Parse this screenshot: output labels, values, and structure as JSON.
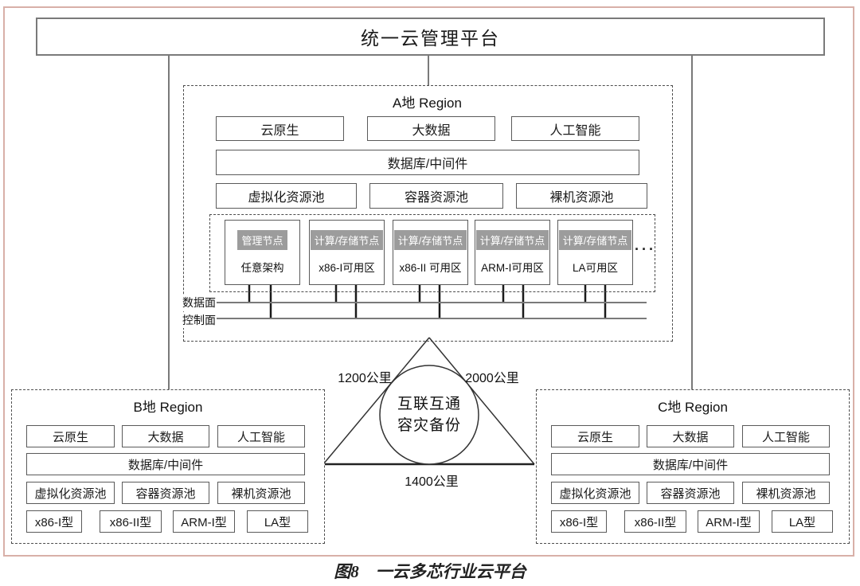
{
  "platform": {
    "title": "统一云管理平台"
  },
  "caption": "图8　一云多芯行业云平台",
  "region_a": {
    "title": "A地 Region",
    "services": [
      "云原生",
      "大数据",
      "人工智能"
    ],
    "middleware": "数据库/中间件",
    "pools": [
      "虚拟化资源池",
      "容器资源池",
      "裸机资源池"
    ],
    "nodes": [
      {
        "role": "管理节点",
        "zone": "任意架构"
      },
      {
        "role": "计算/存储节点",
        "zone": "x86-I可用区"
      },
      {
        "role": "计算/存储节点",
        "zone": "x86-II 可用区"
      },
      {
        "role": "计算/存储节点",
        "zone": "ARM-I可用区"
      },
      {
        "role": "计算/存储节点",
        "zone": "LA可用区"
      }
    ],
    "ellipsis": "···",
    "data_plane": "数据面",
    "control_plane": "控制面"
  },
  "region_b": {
    "title": "B地 Region",
    "services": [
      "云原生",
      "大数据",
      "人工智能"
    ],
    "middleware": "数据库/中间件",
    "pools": [
      "虚拟化资源池",
      "容器资源池",
      "裸机资源池"
    ],
    "server_types": [
      "x86-I型",
      "x86-II型",
      "ARM-I型",
      "LA型"
    ]
  },
  "region_c": {
    "title": "C地 Region",
    "services": [
      "云原生",
      "大数据",
      "人工智能"
    ],
    "middleware": "数据库/中间件",
    "pools": [
      "虚拟化资源池",
      "容器资源池",
      "裸机资源池"
    ],
    "server_types": [
      "x86-I型",
      "x86-II型",
      "ARM-I型",
      "LA型"
    ]
  },
  "interconnect": {
    "line1": "互联互通",
    "line2": "容灾备份",
    "distance_left": "1200公里",
    "distance_right": "2000公里",
    "distance_bottom": "1400公里"
  },
  "colors": {
    "frame": "#d8b0a8",
    "line": "#4d4d4d",
    "node_label_bg": "#9c9c9c",
    "node_label_text": "#ffffff"
  }
}
